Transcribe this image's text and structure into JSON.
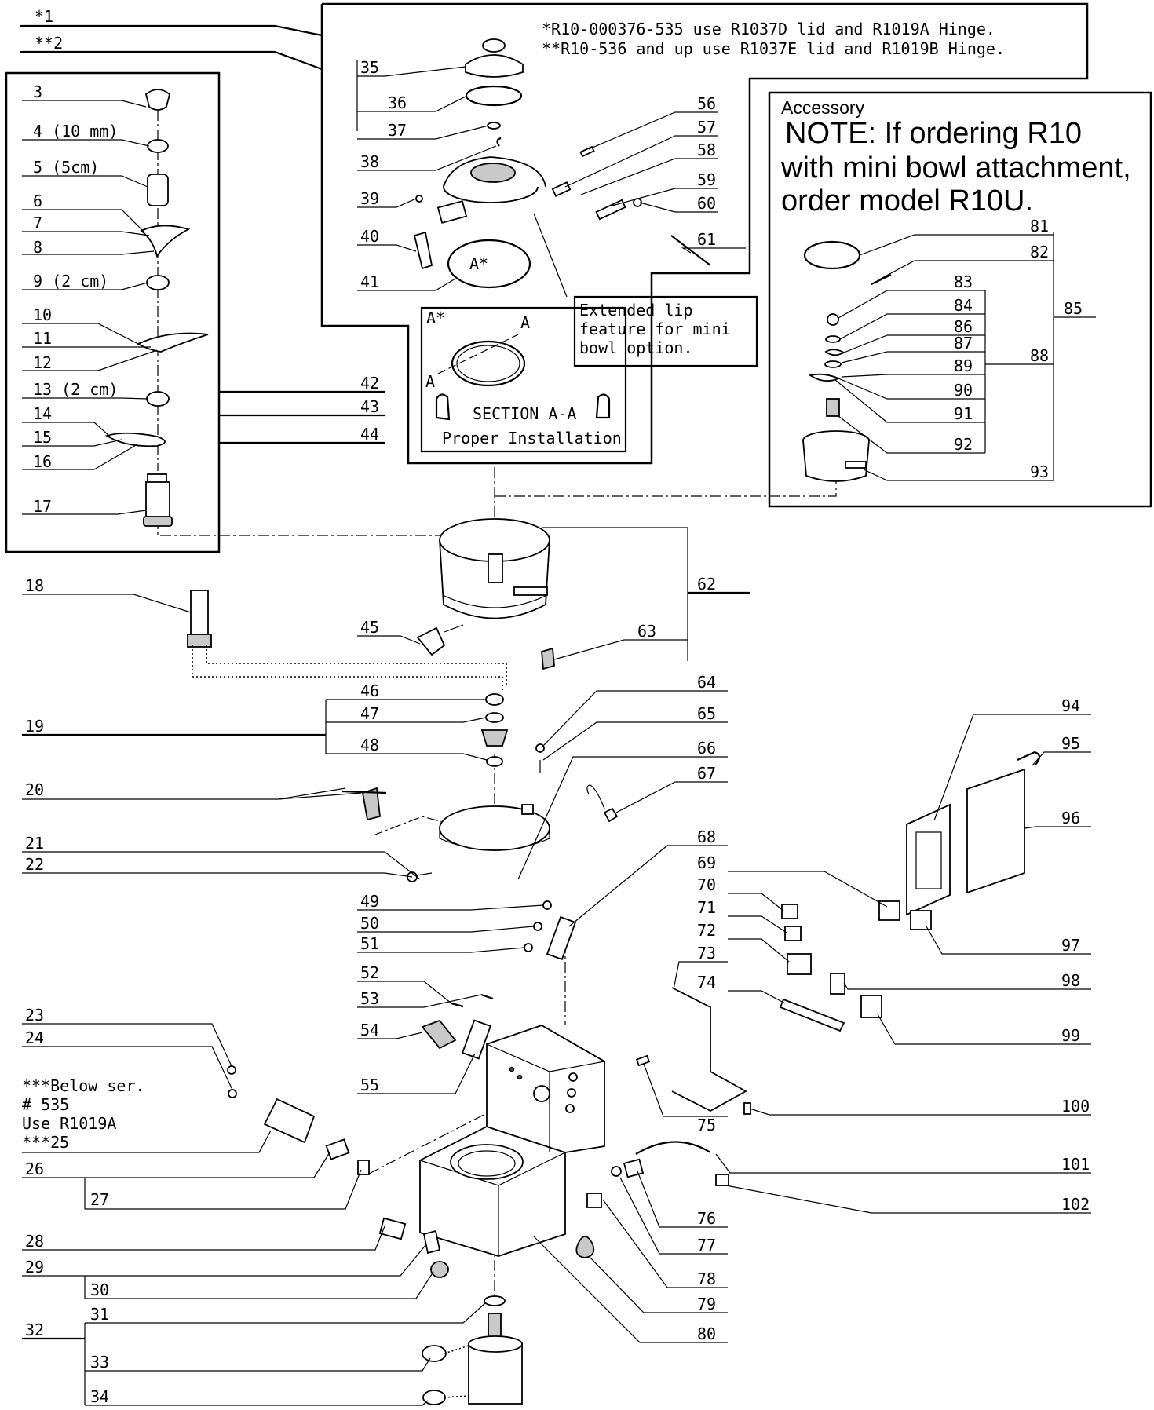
{
  "notes": {
    "star1": "*1",
    "star2": "**2",
    "serial_line1": "*R10-000376-535 use R1037D lid and R1019A Hinge.",
    "serial_line2": "**R10-536 and up use R1037E lid and R1019B Hinge.",
    "extended_lip_1": "Extended lip",
    "extended_lip_2": "feature for mini",
    "extended_lip_3": "bowl option.",
    "section_title": "SECTION A-A",
    "section_sub": "Proper Installation",
    "section_a_star": "A*",
    "section_a": "A",
    "below_ser_1": "***Below ser.",
    "below_ser_2": "# 535",
    "below_ser_3": "Use R1019A",
    "below_ser_4": "***25"
  },
  "accessory": {
    "heading": "Accessory",
    "note_line1": "NOTE: If ordering R10",
    "note_line2": "with mini bowl attachment,",
    "note_line3": "order model R10U."
  },
  "labels": {
    "p3": "3",
    "p4": "4 (10 mm)",
    "p5": "5 (5cm)",
    "p6": "6",
    "p7": "7",
    "p8": "8",
    "p9": "9 (2 cm)",
    "p10": "10",
    "p11": "11",
    "p12": "12",
    "p13": "13 (2 cm)",
    "p14": "14",
    "p15": "15",
    "p16": "16",
    "p17": "17",
    "p18": "18",
    "p19": "19",
    "p20": "20",
    "p21": "21",
    "p22": "22",
    "p23": "23",
    "p24": "24",
    "p26": "26",
    "p27": "27",
    "p28": "28",
    "p29": "29",
    "p30": "30",
    "p31": "31",
    "p32": "32",
    "p33": "33",
    "p34": "34",
    "p35": "35",
    "p36": "36",
    "p37": "37",
    "p38": "38",
    "p39": "39",
    "p40": "40",
    "p41": "41",
    "p42": "42",
    "p43": "43",
    "p44": "44",
    "p45": "45",
    "p46": "46",
    "p47": "47",
    "p48": "48",
    "p49": "49",
    "p50": "50",
    "p51": "51",
    "p52": "52",
    "p53": "53",
    "p54": "54",
    "p55": "55",
    "p56": "56",
    "p57": "57",
    "p58": "58",
    "p59": "59",
    "p60": "60",
    "p61": "61",
    "p62": "62",
    "p63": "63",
    "p64": "64",
    "p65": "65",
    "p66": "66",
    "p67": "67",
    "p68": "68",
    "p69": "69",
    "p70": "70",
    "p71": "71",
    "p72": "72",
    "p73": "73",
    "p74": "74",
    "p75": "75",
    "p76": "76",
    "p77": "77",
    "p78": "78",
    "p79": "79",
    "p80": "80",
    "p81": "81",
    "p82": "82",
    "p83": "83",
    "p84": "84",
    "p85": "85",
    "p86": "86",
    "p87": "87",
    "p88": "88",
    "p89": "89",
    "p90": "90",
    "p91": "91",
    "p92": "92",
    "p93": "93",
    "p94": "94",
    "p95": "95",
    "p96": "96",
    "p97": "97",
    "p98": "98",
    "p99": "99",
    "p100": "100",
    "p101": "101",
    "p102": "102"
  }
}
